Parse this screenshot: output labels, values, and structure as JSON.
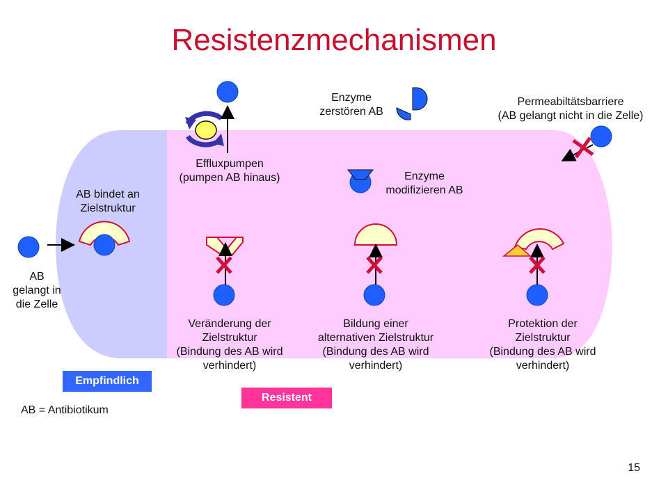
{
  "title": "Resistenzmechanismen",
  "page_number": "15",
  "labels": {
    "efflux": "Effluxpumpen\n(pumpen AB hinaus)",
    "enzyme_destroy": "Enzyme\nzerstören AB",
    "permeability": "Permeabiltätsbarriere\n(AB gelangt nicht in die Zelle)",
    "enzyme_modify": "Enzyme\nmodifizieren AB",
    "ab_binds": "AB bindet an\nZielstruktur",
    "ab_enters": "AB\ngelangt in\ndie Zelle",
    "target_change": "Veränderung der\nZielstruktur\n(Bindung des AB wird\nverhindert)",
    "alt_target": "Bildung einer\nalternativen Zielstruktur\n(Bindung des AB wird\nverhindert)",
    "target_protect": "Protektion der\nZielstruktur\n(Bindung des AB wird\nverhindert)",
    "legend": "AB = Antibiotikum"
  },
  "badges": {
    "sensitive": "Empfindlich",
    "resistant": "Resistent"
  },
  "colors": {
    "title": "#c8102e",
    "cell_sensitive": "#ccccff",
    "cell_resistant": "#ffccff",
    "antibiotic": "#1f5fff",
    "target": "#ffffcc",
    "target_border": "#d0103a",
    "cross": "#d0103a",
    "sensitive_badge": "#3366ff",
    "resistant_badge": "#ff3399",
    "efflux_arrows": "#3333aa",
    "efflux_pump": "#ffff66"
  }
}
